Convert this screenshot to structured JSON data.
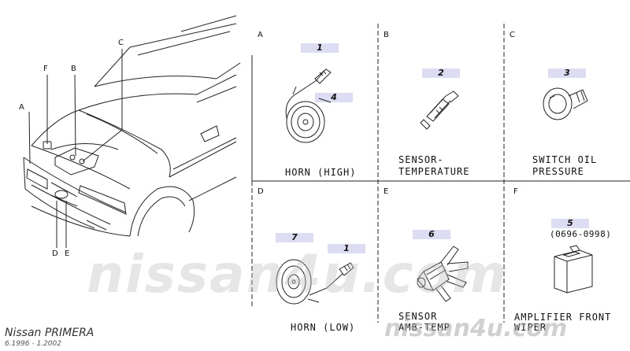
{
  "vehicle": {
    "model": "Nissan PRIMERA",
    "dates": "6.1996 - 1.2002"
  },
  "callouts": [
    "A",
    "B",
    "C",
    "D",
    "E",
    "F"
  ],
  "panels": [
    {
      "letter": "A",
      "part_numbers": [
        "1",
        "4"
      ],
      "caption": [
        "HORN (HIGH)"
      ]
    },
    {
      "letter": "B",
      "part_numbers": [
        "2"
      ],
      "caption": [
        "SENSOR-",
        "TEMPERATURE"
      ]
    },
    {
      "letter": "C",
      "part_numbers": [
        "3"
      ],
      "caption": [
        "SWITCH OIL",
        "PRESSURE"
      ]
    },
    {
      "letter": "D",
      "part_numbers": [
        "7",
        "1"
      ],
      "caption": [
        "HORN (LOW)"
      ]
    },
    {
      "letter": "E",
      "part_numbers": [
        "6"
      ],
      "caption": [
        "SENSOR",
        "AMB-TEMP"
      ]
    },
    {
      "letter": "F",
      "part_numbers": [
        "5"
      ],
      "caption": [
        "AMPLIFIER FRONT",
        "WIPER"
      ],
      "note": "(0696-0998)"
    }
  ],
  "watermark": {
    "main": "nissan4u.com",
    "corner": "nissan4u.com",
    "color": "#bebebe"
  },
  "colors": {
    "part_number_bg": "#dcdcf2",
    "line": "#222222"
  }
}
